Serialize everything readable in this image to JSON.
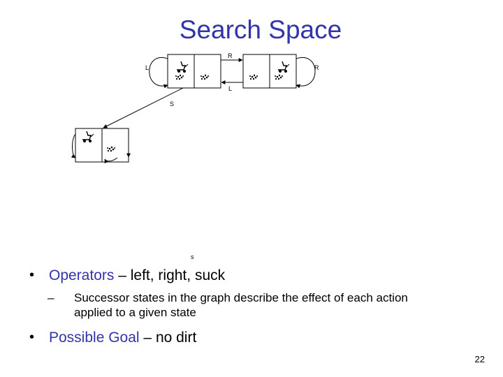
{
  "slide": {
    "title": "Search Space",
    "bullets": [
      {
        "term": "Operators",
        "separator": " – ",
        "text": "left, right, suck"
      },
      {
        "term": "Possible Goal",
        "separator": " – ",
        "text": "no dirt"
      }
    ],
    "sub_bullet": {
      "marker": "–",
      "text": "Successor states in the graph describe the effect of each action applied to a given state"
    },
    "page_number": "22"
  },
  "diagram": {
    "edge_labels": {
      "right": "R",
      "left": "L",
      "suck": "S",
      "lower_s": "s"
    },
    "colors": {
      "title": "#3333aa",
      "lines": "#000000"
    }
  }
}
